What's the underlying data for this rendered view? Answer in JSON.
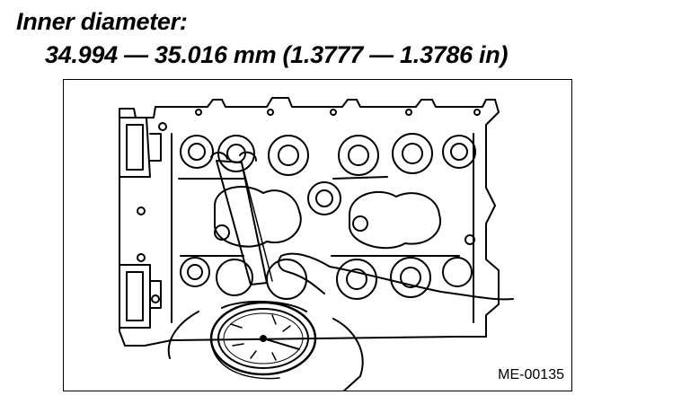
{
  "heading": {
    "label": "Inner diameter:",
    "value": "34.994 — 35.016 mm (1.3777 — 1.3786 in)"
  },
  "figure": {
    "id": "ME-00135"
  }
}
